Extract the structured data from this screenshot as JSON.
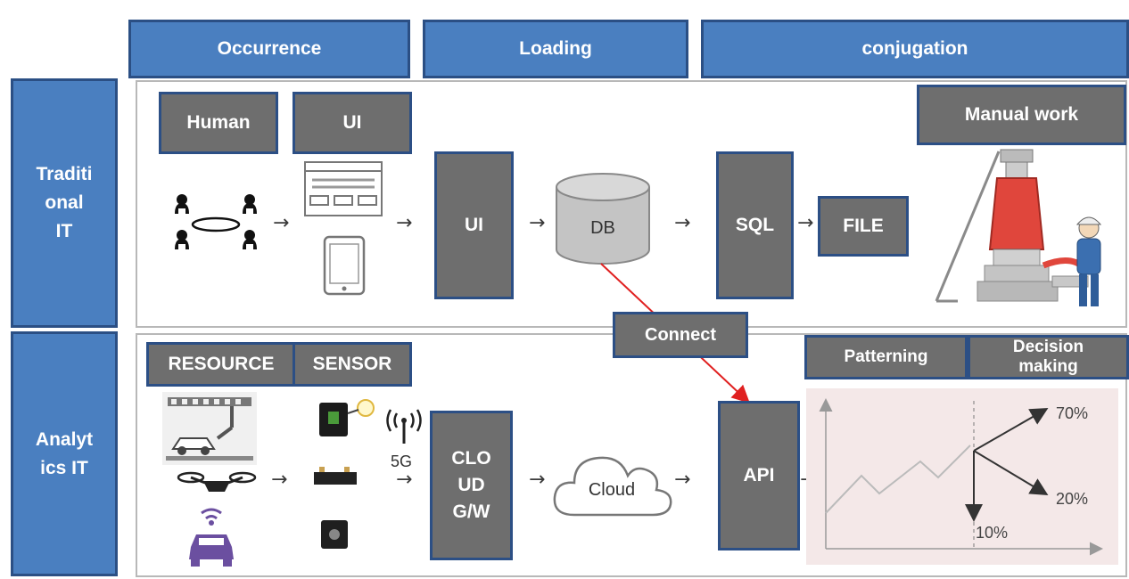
{
  "headers": {
    "occurrence": "Occurrence",
    "loading": "Loading",
    "conjugation": "conjugation"
  },
  "rows": {
    "traditional": {
      "label_lines": [
        "Traditi",
        "onal",
        "IT"
      ]
    },
    "analytics": {
      "label_lines": [
        "Analyt",
        "ics IT"
      ]
    }
  },
  "traditional_row": {
    "human": "Human",
    "ui_top": "UI",
    "ui_box": "UI",
    "db": "DB",
    "sql": "SQL",
    "file": "FILE",
    "manual_work": "Manual work"
  },
  "connect": "Connect",
  "analytics_row": {
    "resource": "RESOURCE",
    "sensor": "SENSOR",
    "net": "5G",
    "cloud_gw_lines": [
      "CLO",
      "UD",
      "G/W"
    ],
    "cloud": "Cloud",
    "api": "API",
    "patterning": "Patterning",
    "decision_lines": [
      "Decision",
      "making"
    ]
  },
  "outcome_chart": {
    "up": "70%",
    "mid": "20%",
    "down": "10%"
  },
  "colors": {
    "header_blue": "#4a7fc0",
    "border_navy": "#2b4f84",
    "box_gray": "#6e6e6e",
    "connect_line": "#e02020",
    "chart_bg": "#f4e8e8"
  },
  "icons": [
    "people-circle-icon",
    "browser-window-icon",
    "tablet-icon",
    "database-icon",
    "engine-worker-illustration",
    "factory-robot-icon",
    "drone-icon",
    "connected-car-icon",
    "sensor-module-icon",
    "antenna-signal-icon",
    "cloud-icon",
    "line-chart-icon"
  ]
}
